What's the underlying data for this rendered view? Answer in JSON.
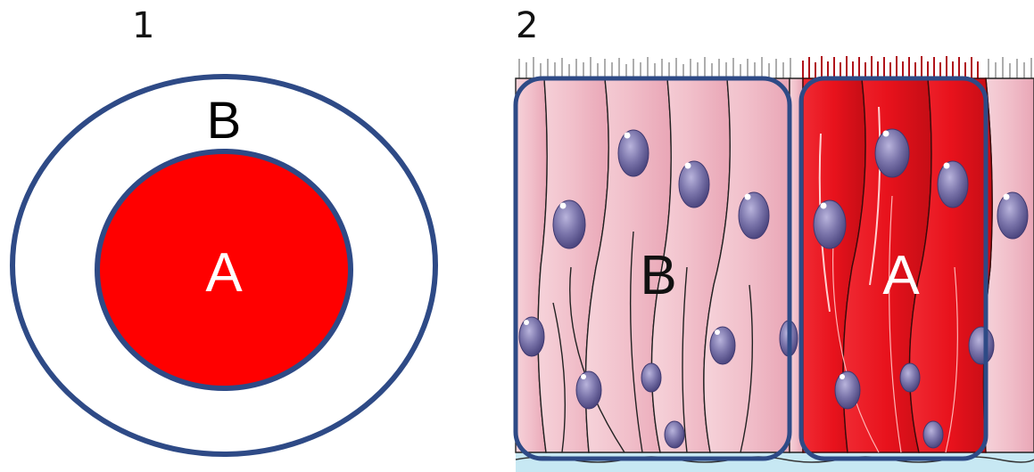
{
  "panel1": {
    "number": "1",
    "outer_label": "B",
    "inner_label": "A",
    "colors": {
      "outline": "#2e4a86",
      "inner_fill": "#ff0000",
      "outer_fill": "#ffffff"
    }
  },
  "panel2": {
    "number": "2",
    "box_left_label": "B",
    "box_right_label": "A",
    "colors": {
      "box_outline": "#2e4a86",
      "cell_pink": "#f3c5cf",
      "cell_red": "#e8121c",
      "nucleus": "#7a74aa",
      "membrane": "#b9e3f0"
    }
  }
}
